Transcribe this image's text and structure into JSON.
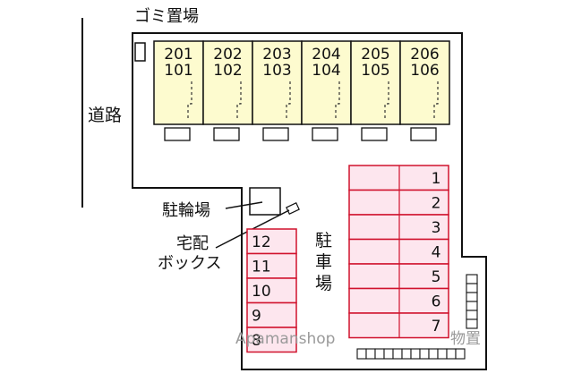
{
  "labels": {
    "garbage": "ゴミ置場",
    "road": "道路",
    "bicycle_parking": "駐輪場",
    "delivery_box_line1": "宅配",
    "delivery_box_line2": "ボックス",
    "parking_v1": "駐",
    "parking_v2": "車",
    "parking_v3": "場",
    "watermark": "Apamanshop",
    "storage": "物置"
  },
  "units": [
    {
      "upper": "201",
      "lower": "101"
    },
    {
      "upper": "202",
      "lower": "102"
    },
    {
      "upper": "203",
      "lower": "103"
    },
    {
      "upper": "204",
      "lower": "104"
    },
    {
      "upper": "205",
      "lower": "105"
    },
    {
      "upper": "206",
      "lower": "106"
    }
  ],
  "parking_right": [
    "1",
    "2",
    "3",
    "4",
    "5",
    "6",
    "7"
  ],
  "parking_left": [
    "12",
    "11",
    "10",
    "9",
    "8"
  ],
  "colors": {
    "building_fill": "#fdfbcf",
    "parking_fill": "#fde6ee",
    "parking_stroke": "#d0122d",
    "outline": "#111111"
  }
}
